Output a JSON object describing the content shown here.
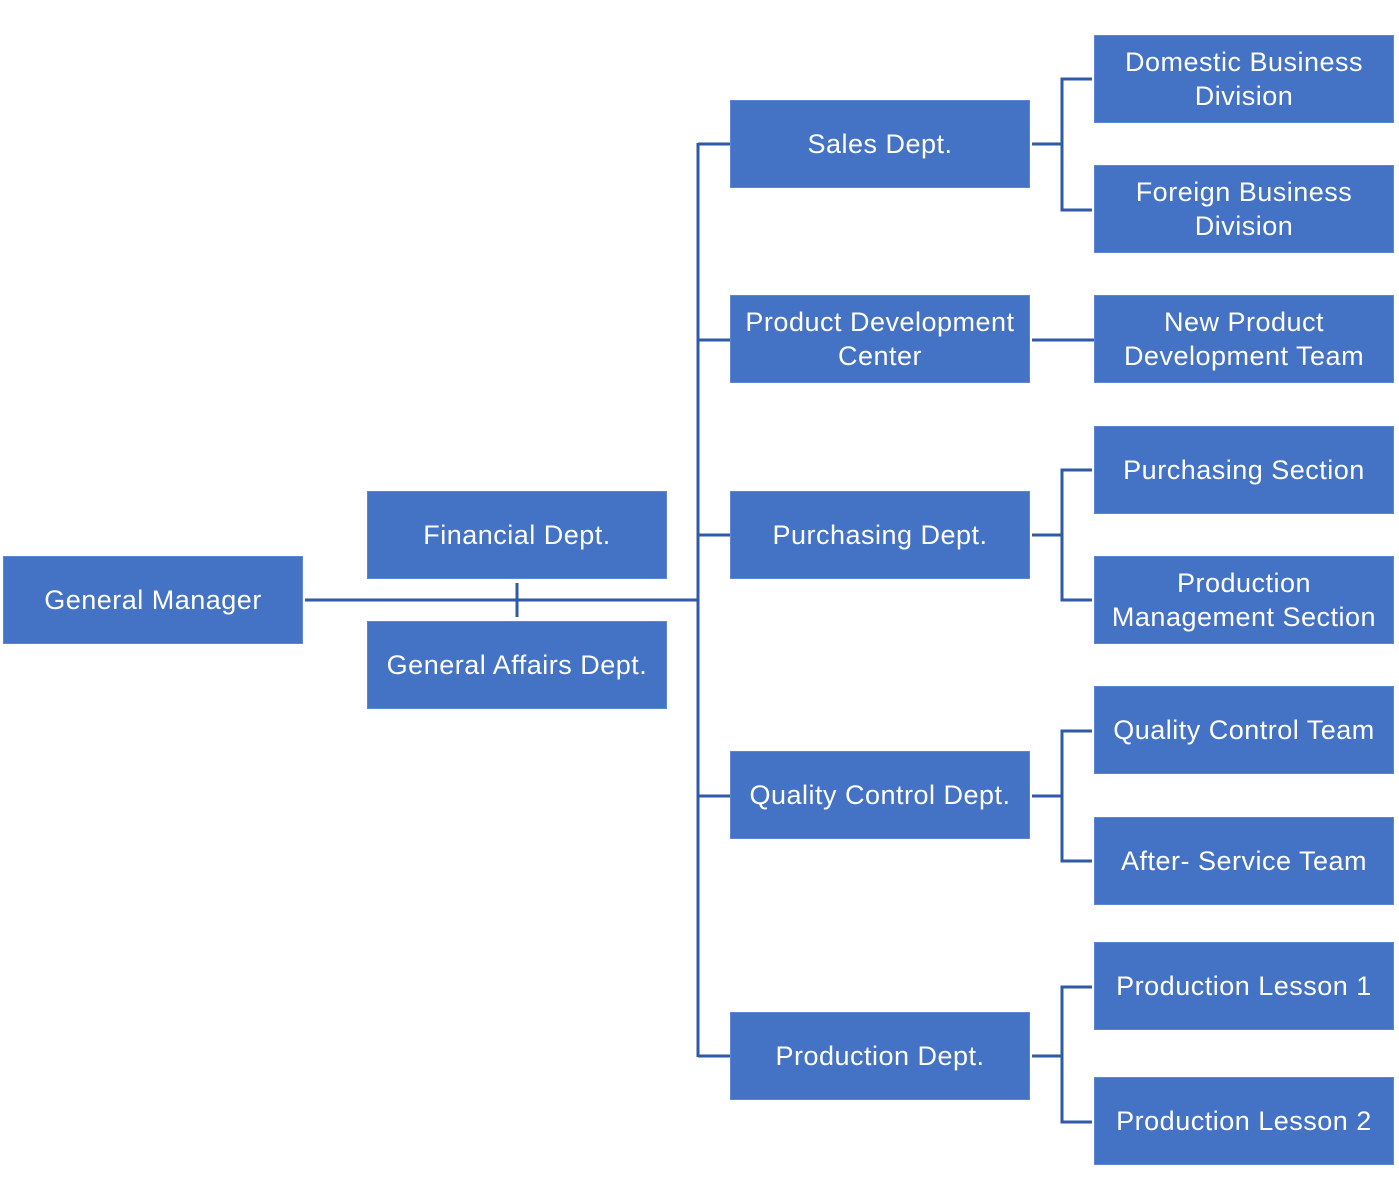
{
  "nodes": {
    "general_manager": "General Manager",
    "financial": "Financial Dept.",
    "general_affairs": "General Affairs Dept.",
    "sales": "Sales Dept.",
    "product_dev_center": "Product Development Center",
    "purchasing": "Purchasing Dept.",
    "quality_control": "Quality Control Dept.",
    "production": "Production Dept.",
    "domestic_division": "Domestic Business Division",
    "foreign_division": "Foreign Business Division",
    "new_product_team": "New Product Development Team",
    "purchasing_section": "Purchasing Section",
    "production_mgmt_section": "Production Management Section",
    "qc_team": "Quality Control Team",
    "after_service_team": "After- Service Team",
    "production_lesson_1": "Production Lesson 1",
    "production_lesson_2": "Production Lesson 2"
  },
  "colors": {
    "box_fill": "#4472c4",
    "connector": "#2f5aa6",
    "text": "#ffffff"
  }
}
